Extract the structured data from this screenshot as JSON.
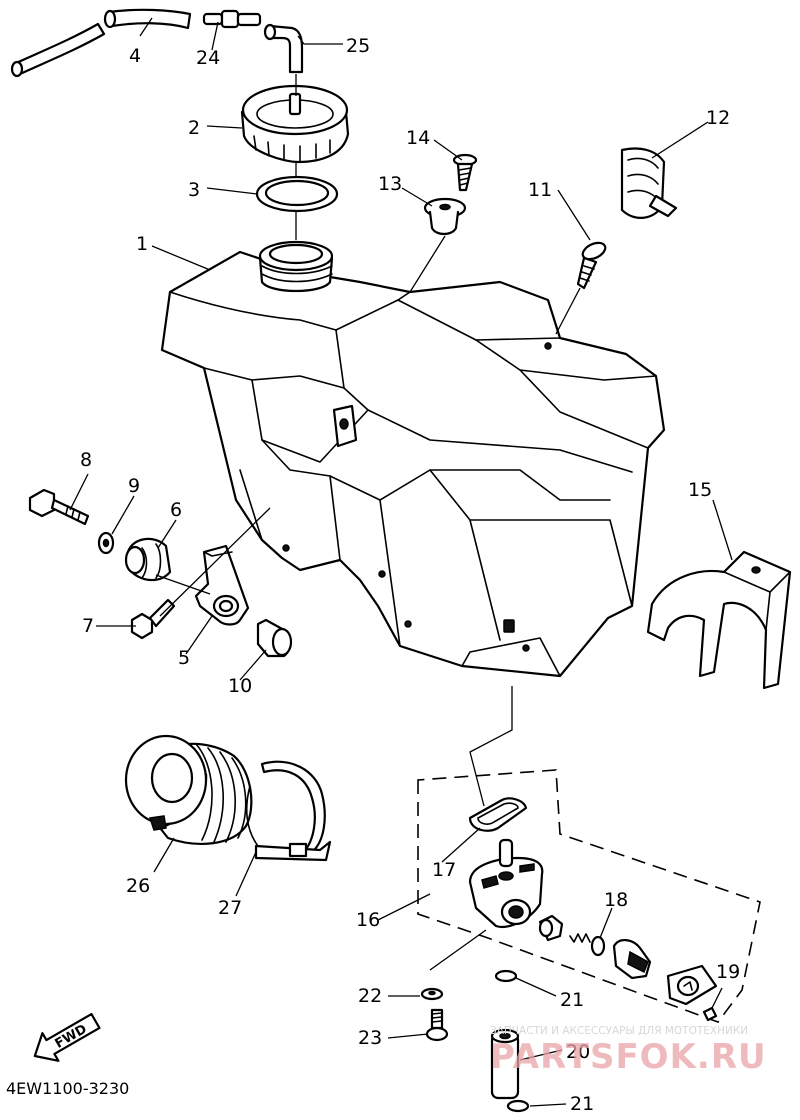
{
  "diagram_code": "4EW1100-3230",
  "fwd_label": "FWD",
  "watermark": {
    "tagline": "ЗАПЧАСТИ И АКСЕССУАРЫ ДЛЯ МОТОТЕХНИКИ",
    "brand": "PARTSFOK.RU"
  },
  "callouts": {
    "c1": "1",
    "c2": "2",
    "c3": "3",
    "c4": "4",
    "c5": "5",
    "c6": "6",
    "c7": "7",
    "c8": "8",
    "c9": "9",
    "c10": "10",
    "c11": "11",
    "c12": "12",
    "c13": "13",
    "c14": "14",
    "c15": "15",
    "c16": "16",
    "c17": "17",
    "c18": "18",
    "c19": "19",
    "c20": "20",
    "c21a": "21",
    "c21b": "21",
    "c22": "22",
    "c23": "23",
    "c24": "24",
    "c25": "25",
    "c26": "26",
    "c27": "27"
  }
}
